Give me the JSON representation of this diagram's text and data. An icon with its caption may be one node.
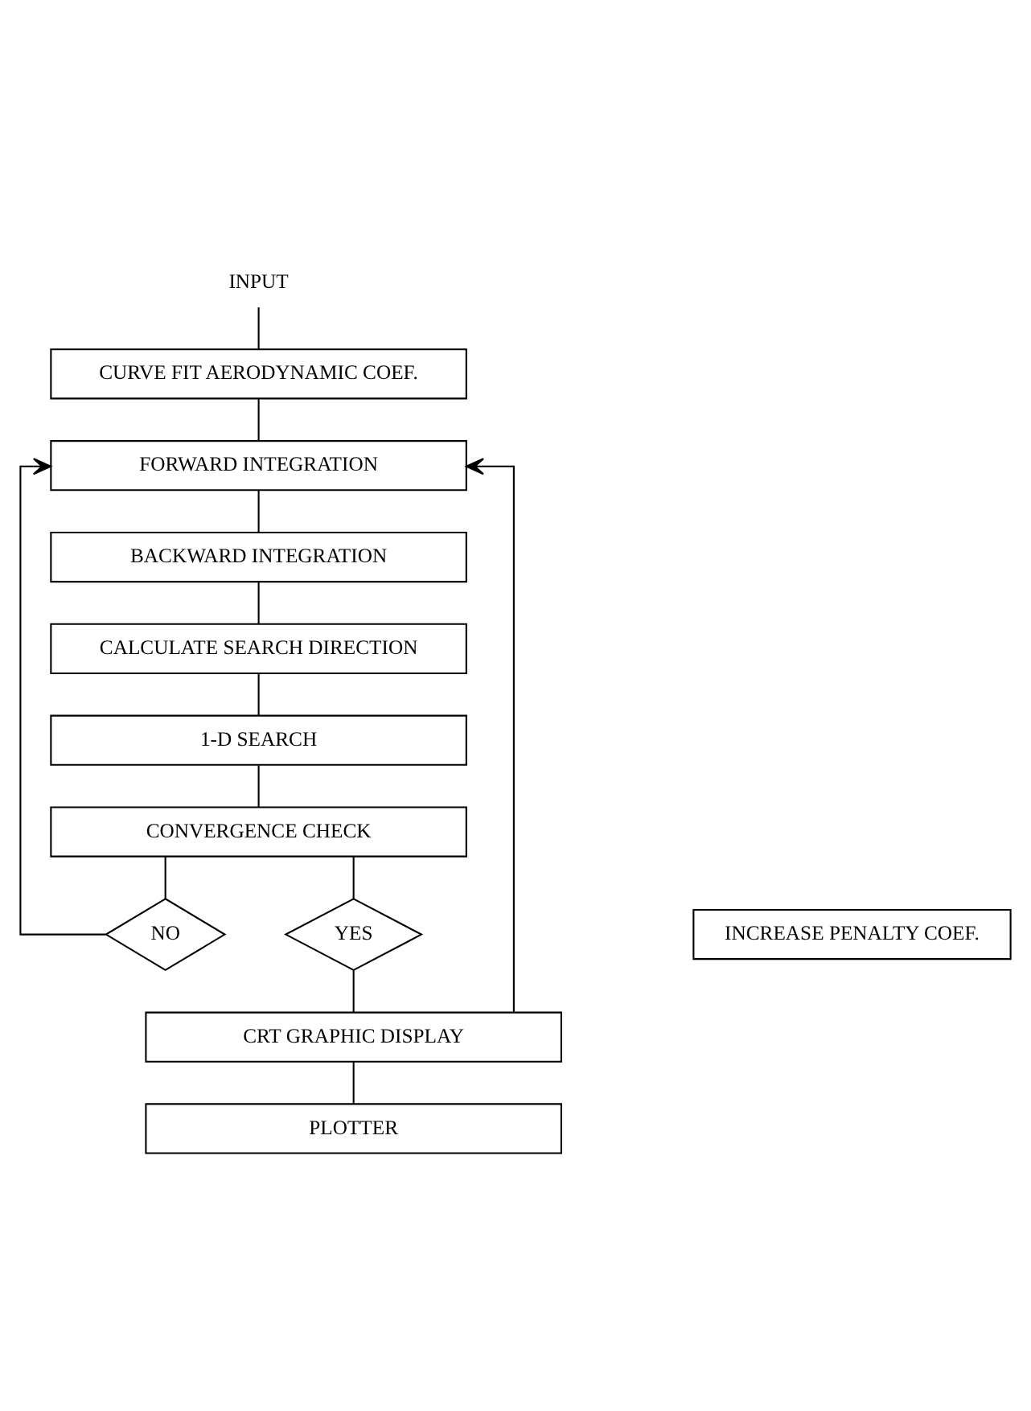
{
  "diagram": {
    "nodes": [
      {
        "text": [
          "INPUT"
        ]
      },
      {
        "text": [
          "CURVE FIT AERODYNAMIC COEF."
        ]
      },
      {
        "text": [
          "FORWARD INTEGRATION"
        ]
      },
      {
        "text": [
          "BACKWARD INTEGRATION"
        ]
      },
      {
        "text": [
          "CALCULATE SEARCH DIRECTION"
        ]
      },
      {
        "text": [
          "1-D SEARCH"
        ]
      },
      {
        "text": [
          "CONVERGENCE CHECK"
        ]
      },
      {
        "text": [
          "NO"
        ]
      },
      {
        "text": [
          "YES"
        ]
      },
      {
        "text": [
          "INCREASE PENALTY COEF."
        ]
      },
      {
        "text": [
          "CRT GRAPHIC DISPLAY"
        ]
      },
      {
        "text": [
          "PLOTTER"
        ]
      }
    ],
    "edges": [
      {
        "from": 0,
        "to": 1,
        "arrow": "none"
      },
      {
        "from": 1,
        "to": 2,
        "arrow": "none"
      },
      {
        "from": 2,
        "to": 3,
        "arrow": "none"
      },
      {
        "from": 3,
        "to": 4,
        "arrow": "none"
      },
      {
        "from": 4,
        "to": 5,
        "arrow": "none"
      },
      {
        "from": 5,
        "to": 6,
        "arrow": "none"
      },
      {
        "from": 6,
        "to": 7,
        "arrow": "none"
      },
      {
        "from": 7,
        "to": 2,
        "arrow": "to"
      },
      {
        "from": 6,
        "to": 8,
        "arrow": "none"
      },
      {
        "from": 8,
        "to": 10,
        "arrow": "none"
      },
      {
        "from": 10,
        "to": 2,
        "arrow": "to"
      },
      {
        "from": 10,
        "to": 11,
        "arrow": "none"
      }
    ]
  }
}
